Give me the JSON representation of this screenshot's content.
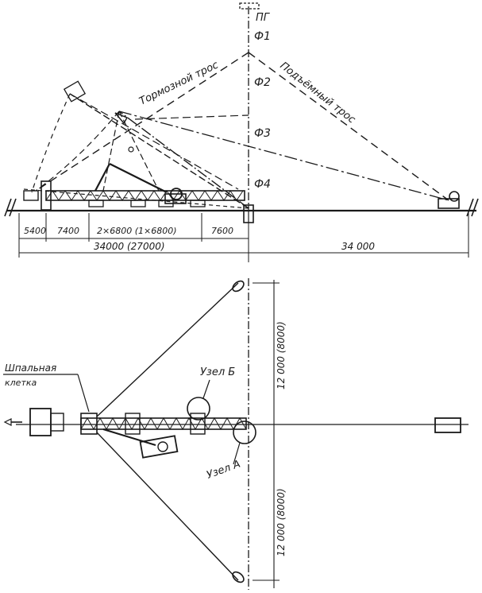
{
  "labels": {
    "top_marker": "ПГ",
    "phase1": "Ф1",
    "phase2": "Ф2",
    "phase3": "Ф3",
    "phase4": "Ф4",
    "brake_cable": "Тормозной трос",
    "lifting_cable": "Подъёмный трос",
    "sleeper_cage_line1": "Шпальная",
    "sleeper_cage_line2": "клетка",
    "node_b": "Узел Б",
    "node_a": "Узел А"
  },
  "dimensions": {
    "seg1": "5400",
    "seg2": "7400",
    "seg3": "2×6800 (1×6800)",
    "seg4": "7600",
    "left_total": "34000 (27000)",
    "right_total": "34 000",
    "upper_vertical": "12 000 (8000)",
    "lower_vertical": "12 000 (8000)"
  },
  "colors": {
    "ink": "#1a1a1a",
    "paper": "#ffffff"
  }
}
